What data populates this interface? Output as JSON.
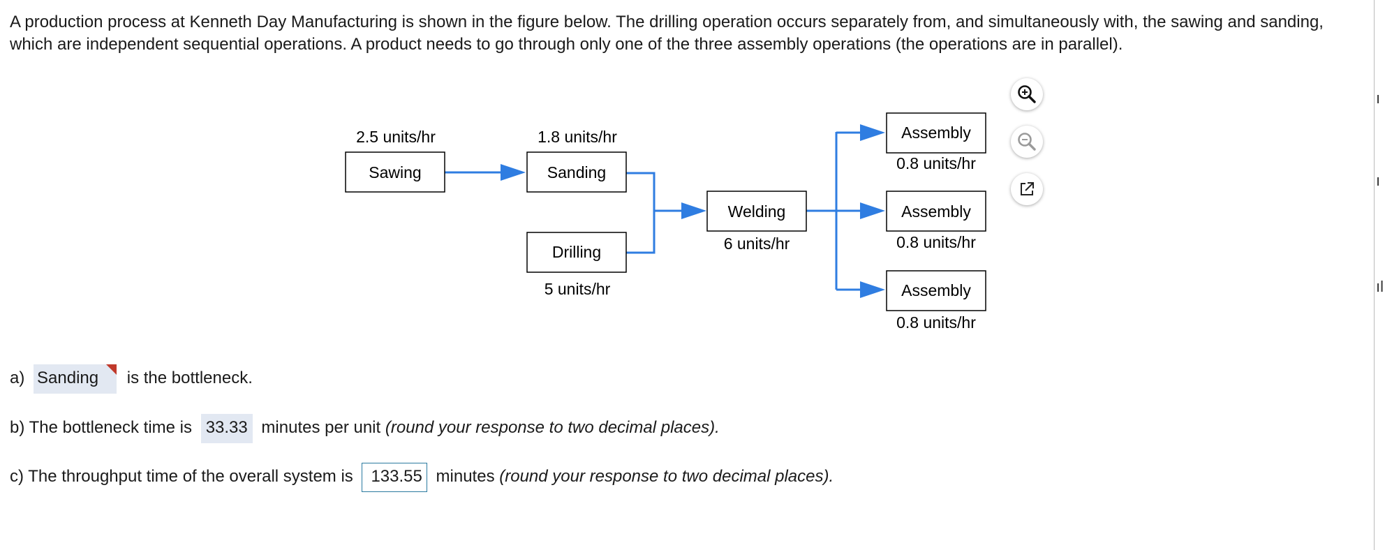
{
  "problem": {
    "text": "A production process at Kenneth Day Manufacturing is shown in the figure below. The drilling operation occurs separately from, and simultaneously with, the sawing and sanding, which are independent sequential operations. A product needs to go through only one of the three assembly operations (the operations are in parallel)."
  },
  "diagram": {
    "nodes": {
      "sawing": {
        "label": "Sawing",
        "rate": "2.5 units/hr"
      },
      "sanding": {
        "label": "Sanding",
        "rate": "1.8 units/hr"
      },
      "drilling": {
        "label": "Drilling",
        "rate": "5 units/hr"
      },
      "welding": {
        "label": "Welding",
        "rate": "6 units/hr"
      },
      "assembly1": {
        "label": "Assembly",
        "rate": "0.8 units/hr"
      },
      "assembly2": {
        "label": "Assembly",
        "rate": "0.8 units/hr"
      },
      "assembly3": {
        "label": "Assembly",
        "rate": "0.8 units/hr"
      }
    },
    "edge_color": "#2f7de1"
  },
  "tools": {
    "zoom_in": "zoom-in-icon",
    "zoom_out": "zoom-out-icon",
    "popout": "external-link-icon"
  },
  "questions": {
    "a": {
      "prefix": "a)",
      "answer": "Sanding",
      "suffix": "is the bottleneck."
    },
    "b": {
      "prefix": "b) The bottleneck time is",
      "answer": "33.33",
      "suffix": "minutes per unit",
      "note": "(round your response to two decimal places)."
    },
    "c": {
      "prefix": "c) The throughput time of the overall system is",
      "answer": "133.55",
      "suffix": "minutes",
      "note": "(round your response to two decimal places)."
    }
  },
  "edge_strip": {
    "glyphs": [
      "ı",
      "ı",
      "ıl"
    ]
  }
}
